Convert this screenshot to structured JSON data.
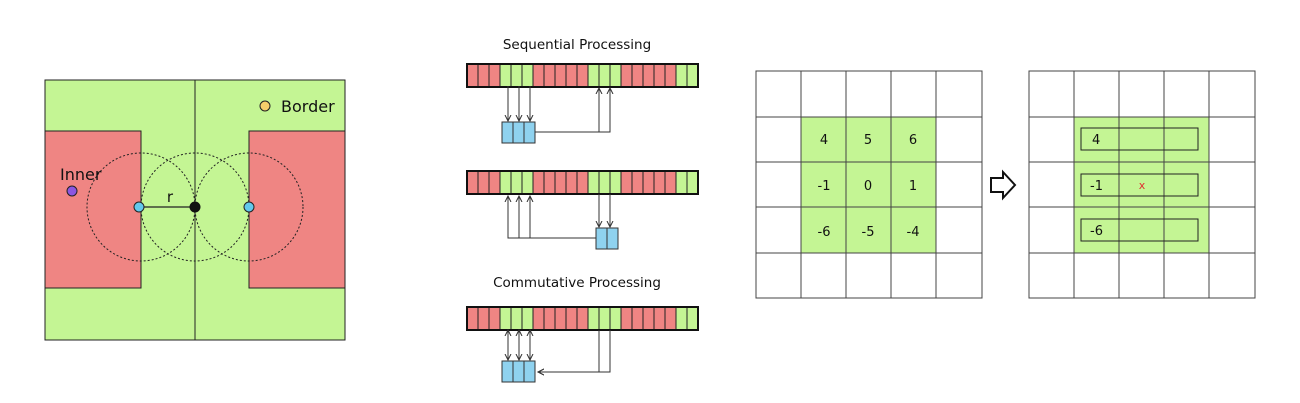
{
  "panel1": {
    "border_label": "Border",
    "inner_label": "Inner",
    "radius_label": "r",
    "colors": {
      "green": "#c4f594",
      "red": "#ef8583",
      "inner_dot": "#8c56e0",
      "border_dot": "#f5cf6b",
      "point": "#62c8ec"
    }
  },
  "panel2": {
    "sequential_title": "Sequential Processing",
    "commutative_title": "Commutative Processing",
    "cell_pattern": [
      "r",
      "r",
      "r",
      "g",
      "g",
      "g",
      "r",
      "r",
      "r",
      "r",
      "r",
      "g",
      "g",
      "g",
      "r",
      "r",
      "r",
      "r",
      "r",
      "g",
      "g"
    ],
    "colors": {
      "green": "#c4f594",
      "red": "#ef8583",
      "buffer": "#8fd2ef"
    }
  },
  "panel3": {
    "values": [
      [
        "4",
        "5",
        "6"
      ],
      [
        "-1",
        "0",
        "1"
      ],
      [
        "-6",
        "-5",
        "-4"
      ]
    ]
  },
  "panel4": {
    "values": [
      "4",
      "-1",
      "-6"
    ],
    "marker": "x"
  },
  "arrow_icon": "hollow-right-arrow-icon"
}
